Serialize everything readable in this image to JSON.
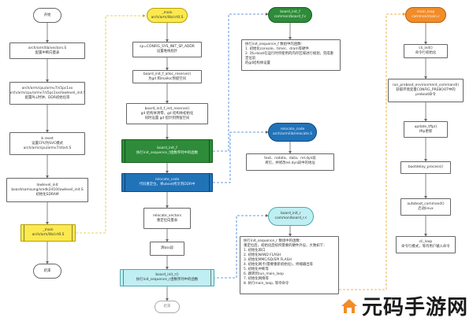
{
  "nodes": {
    "start": "开始",
    "vectors": "arch/arm/lib/vectors.S\n配置中断向量表",
    "lowlevel": "arch/arm/cpu/armv7/s5pc1xx\narch/arm/cpu/armv7/s5pc1xx/lowlevel_init.S\n配置PLL时钟、DDR初始化等",
    "bl_reset": "b reset\n设置CPU为SVC模式\narch/arm/cpu/armv7/start.S",
    "lowlevel2": "lowlevel_init\nboard/samsung/smdk2410/lowlevel_init.S\n初始化SDRAM",
    "main_left": "_main\narch/arm/lib/crt0.S",
    "end": "结束",
    "main_top": "_main\narch/arm/lib/crt0.S",
    "sp_set": "sp=CONFIG_SYS_INIT_SP_ADDR\n设置堆栈指针",
    "board_f_alloc": "board_init_f_alloc_reserve()\n为gd 和malloc预留空间",
    "board_f_res": "board_init_f_init_reserve()\ngd 结构体清零，gd 结构体初始化\n同时设置 gd 指针到预留空间",
    "board_init_f": "board_init_f\n执行init_sequence_f函数序列中的函数",
    "relocate_code": "relocate_code\n代码重定位，将uboot拷贝到DDR中",
    "relocate_vectors": "relocate_vectors\n重定位向量表",
    "clear_bss": "清bss段",
    "board_init_r": "board_init_r()\n执行init_sequence_r函数序列中的函数",
    "end2": "结束",
    "term_board_f": "board_init_f\ncommon/board_f.c",
    "note_board_f": "执行init_sequence_f 数组中的函数：\n1. 初始化console、timer、dram等硬件\n2. 对u-boot在运行时所使用的内存区域进行规划，完成重定位前\n   的gd结构体设置",
    "term_reloc": "relocate_code\narch/arm/lib/relocate.S",
    "note_reloc": "text、rodata、data、rel.dyn段\n拷贝，并修改rel.dyn段中的地址",
    "term_board_r": "board_init_r\ncommon/board_r.c",
    "note_board_r": "执行init_sequence_r 数组中的函数：\n重定位后，初始化后续所需要的硬件外设，大致如下：\n1. 初始化串口\n2. 初始化NAND FLASH\n3. 初始化MMC/SD/SPI FLASH\n4. 初始化网卡(需要重新初始化)，终端输出等\n5. 初始化中断等\n6. 跳转到run_main_loop\n7. 初始化网络等\n8. 执行main_loop, 等待命令",
    "term_main_loop": "main_loop\ncommon/main.c",
    "cli_init": "cli_init()\n命令行初始化",
    "env_cmd": "run_preboot_environment_command()\n获取环境变量CONFIG_PREBOOT中的\npreboot命令",
    "update_tftp": "update_tftp()\ntftp更新",
    "bootdelay": "bootdelay_process()",
    "autoboot": "autoboot_command()\n启动linux",
    "cli_loop": "cli_loop\n命令行模式，等待用户输入命令"
  },
  "watermark": {
    "text": "元码手游网",
    "logo": "house-logo-icon"
  }
}
